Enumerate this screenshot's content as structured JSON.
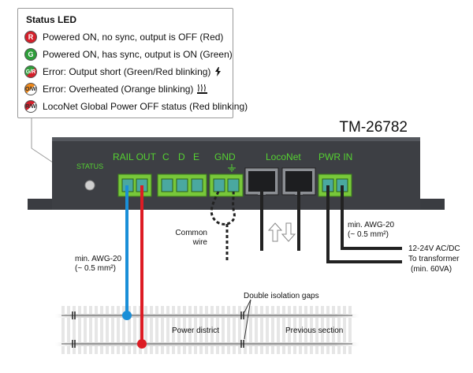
{
  "legend": {
    "title": "Status LED",
    "items": [
      {
        "badge": "R",
        "text": "Powered ON, no sync, output is OFF (Red)",
        "color": "#d41f2a"
      },
      {
        "badge": "G",
        "text": "Powered ON, has sync, output is ON (Green)",
        "color": "#2e9e3a"
      },
      {
        "badge": "G/R",
        "text": "Error: Output short (Green/Red blinking)",
        "color": "#2e9e3a",
        "color2": "#d41f2a",
        "icon": "lightning-icon"
      },
      {
        "badge": "O/W",
        "text": "Error: Overheated (Orange blinking)",
        "color": "#f08a1c",
        "color2": "#ffffff",
        "icon": "heat-icon"
      },
      {
        "badge": "R/W",
        "text": "LocoNet Global Power OFF status (Red blinking)",
        "color": "#d41f2a",
        "color2": "#ffffff"
      }
    ]
  },
  "device": {
    "model": "TM-26782",
    "status_label": "STATUS",
    "rail_out_label": "RAIL OUT",
    "c_label": "C",
    "d_label": "D",
    "e_label": "E",
    "gnd_label": "GND",
    "loconet_label": "LocoNet",
    "pwr_in_label": "PWR IN"
  },
  "wiring": {
    "common_wire_line1": "Common",
    "common_wire_line2": "wire",
    "awg_left_line1": "min. AWG-20",
    "awg_left_line2": "(~ 0.5 mm²)",
    "awg_right_line1": "min. AWG-20",
    "awg_right_line2": "(~ 0.5 mm²)",
    "power_line1": "12-24V AC/DC",
    "power_line2": "To transformer",
    "power_line3": "(min. 60VA)"
  },
  "track": {
    "gaps_label": "Double isolation gaps",
    "power_district_label": "Power district",
    "previous_section_label": "Previous section"
  },
  "colors": {
    "device_body": "#3d3f44",
    "terminal_green": "#78c83a",
    "label_green": "#55d132",
    "wire_blue": "#1a8fd8",
    "wire_red": "#dd1c24"
  }
}
